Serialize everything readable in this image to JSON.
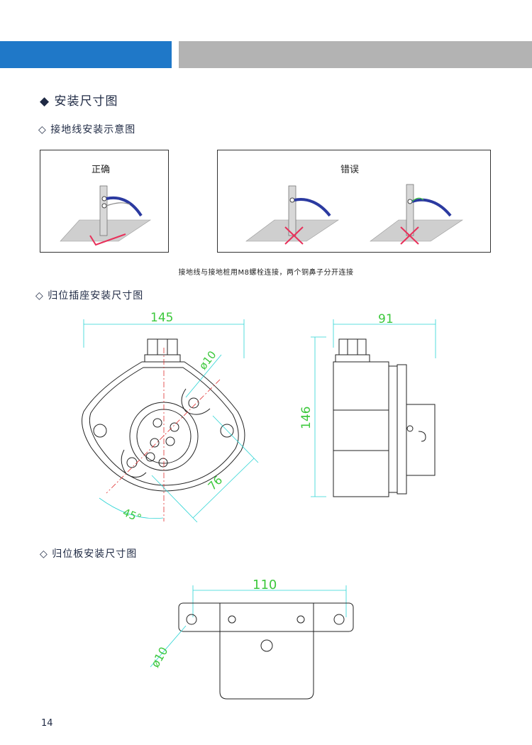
{
  "header": {
    "brand_color": "#1f78c8",
    "bar_color": "#b3b3b3"
  },
  "section": {
    "bullet": "◆",
    "title": "安装尺寸图"
  },
  "grounding": {
    "bullet": "◇",
    "title": "接地线安装示意图",
    "correct_label": "正确",
    "wrong_label": "错误",
    "caption": "接地线与接地桩用M8螺栓连接，两个铜鼻子分开连接"
  },
  "socket": {
    "bullet": "◇",
    "title": "归位插座安装尺寸图",
    "dims": {
      "width": "145",
      "depth": "91",
      "height": "146",
      "hole_dia": "ø10",
      "hole_spacing": "76",
      "angle": "45°"
    }
  },
  "plate": {
    "bullet": "◇",
    "title": "归位板安装尺寸图",
    "dims": {
      "hole_spacing": "110",
      "hole_dia": "ø10"
    }
  },
  "colors": {
    "dimension": "#2ad4d4",
    "green_dim": "#3cc83c",
    "center_line": "#e03030",
    "wrong_mark": "#e8305a",
    "cable": "#2b3aa0"
  },
  "footer": {
    "page_number": "14"
  }
}
